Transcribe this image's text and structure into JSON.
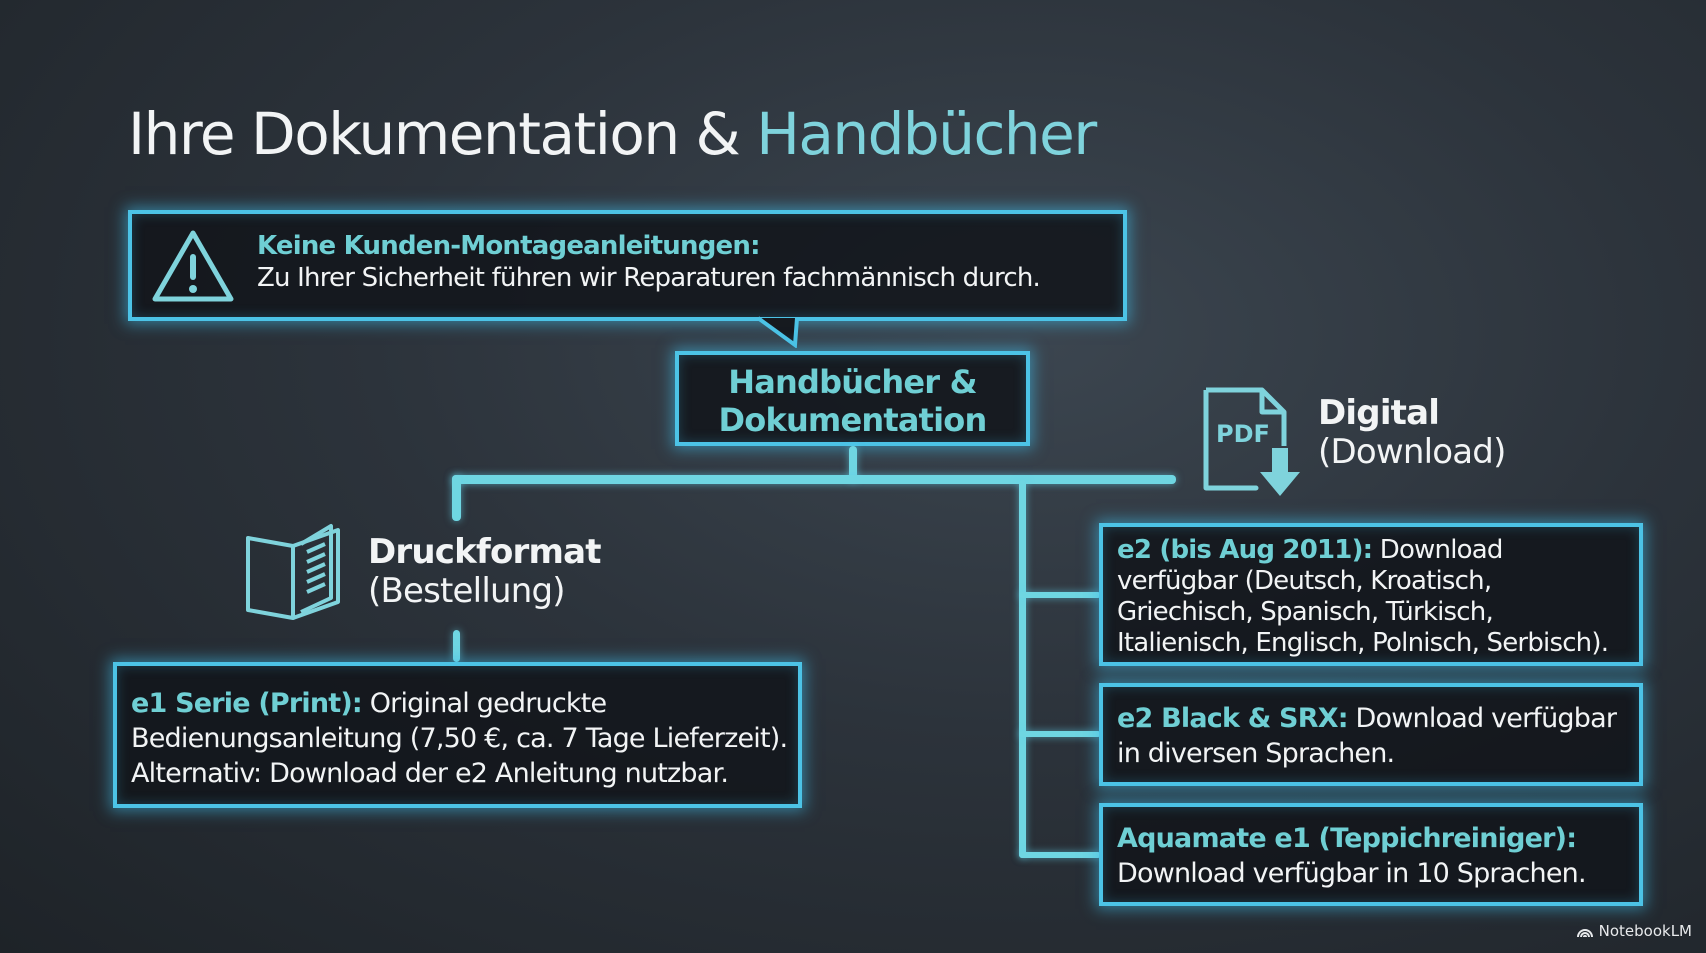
{
  "title": {
    "main": "Ihre Dokumentation &",
    "accent": "Handbücher"
  },
  "warning": {
    "icon": "warning-triangle-icon",
    "title": "Keine Kunden-Montageanleitungen:",
    "text": "Zu Ihrer Sicherheit führen wir Reparaturen fachmännisch durch."
  },
  "center": {
    "line1": "Handbücher &",
    "line2": "Dokumentation"
  },
  "print": {
    "icon": "book-icon",
    "title": "Druckformat",
    "subtitle": "(Bestellung)",
    "box": {
      "label": "e1 Serie (Print):",
      "text": "Original gedruckte",
      "line2": "Bedienungsanleitung (7,50 €, ca. 7 Tage Lieferzeit).",
      "line3": "Alternativ: Download der e2 Anleitung nutzbar."
    }
  },
  "digital": {
    "icon": "pdf-download-icon",
    "icon_text": "PDF",
    "title": "Digital",
    "subtitle": "(Download)",
    "items": [
      {
        "label": "e2 (bis Aug 2011):",
        "text": "Download verfügbar",
        "rest": "(Deutsch, Kroatisch, Griechisch, Spanisch, Türkisch, Italienisch, Englisch, Polnisch, Serbisch)."
      },
      {
        "label": "e2 Black & SRX:",
        "text": "Download verfügbar",
        "rest": "in diversen Sprachen."
      },
      {
        "label": "Aquamate e1 (Teppichreiniger):",
        "text": "",
        "rest": "Download verfügbar in 10 Sprachen."
      }
    ]
  },
  "watermark": "NotebookLM",
  "colors": {
    "accent": "#6fcfd4",
    "border": "#4cc3e6"
  }
}
